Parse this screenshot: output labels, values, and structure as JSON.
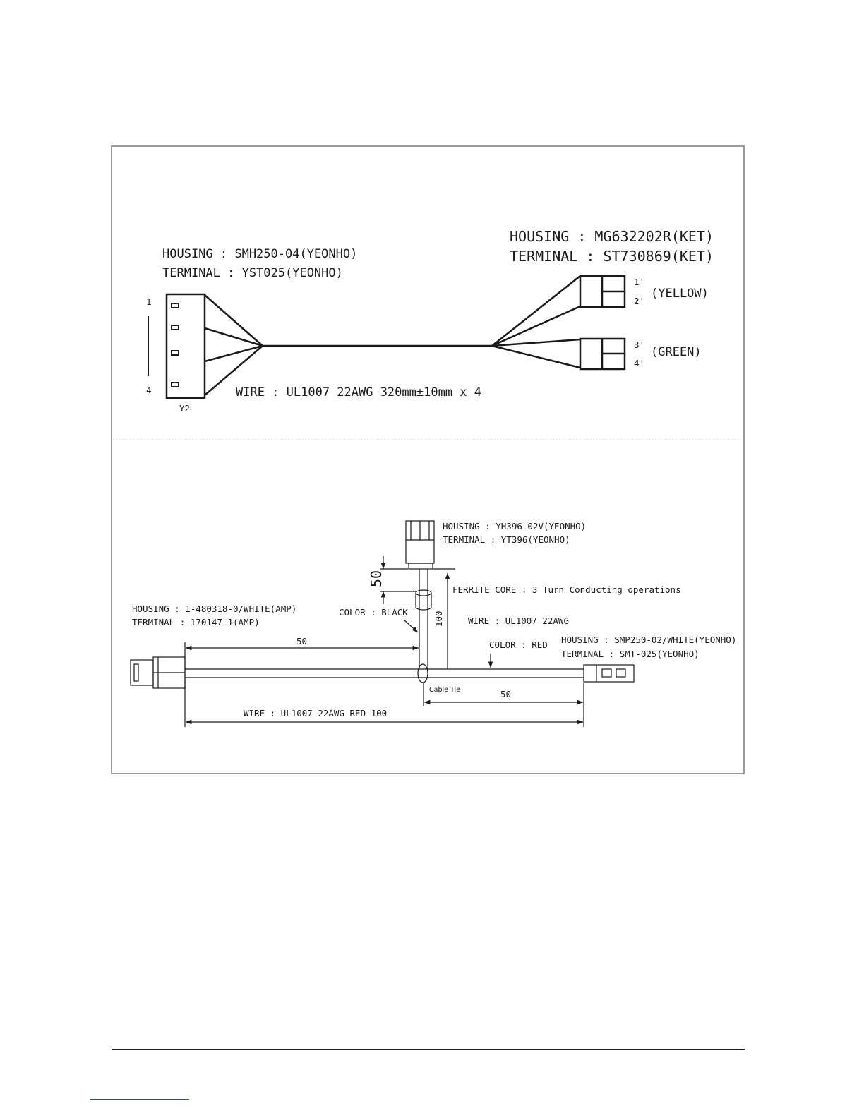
{
  "top_harness": {
    "left_connector": {
      "housing": "HOUSING : SMH250-04(YEONHO)",
      "terminal": "TERMINAL : YST025(YEONHO)",
      "pin_first": "1",
      "pin_last": "4",
      "designator": "Y2"
    },
    "right_connector": {
      "housing": "HOUSING : MG632202R(KET)",
      "terminal": "TERMINAL : ST730869(KET)",
      "pin_1": "1'",
      "pin_2": "2'",
      "pin_3": "3'",
      "pin_4": "4'",
      "color_upper": "(YELLOW)",
      "color_lower": "(GREEN)"
    },
    "wire": "WIRE : UL1007 22AWG 320mm±10mm x 4"
  },
  "bottom_harness": {
    "top_connector": {
      "housing": "HOUSING : YH396-02V(YEONHO)",
      "terminal": "TERMINAL : YT396(YEONHO)"
    },
    "dim_50_vertical": "50",
    "dim_100_vertical": "100",
    "ferrite": "FERRITE CORE : 3 Turn Conducting operations",
    "color_black": "COLOR : BLACK",
    "wire_vertical": "WIRE : UL1007 22AWG",
    "left_connector": {
      "housing": "HOUSING : 1-480318-0/WHITE(AMP)",
      "terminal": "TERMINAL : 170147-1(AMP)"
    },
    "dim_50_left": "50",
    "color_red": "COLOR : RED",
    "right_connector": {
      "housing": "HOUSING : SMP250-02/WHITE(YEONHO)",
      "terminal": "TERMINAL : SMT-025(YEONHO)"
    },
    "cable_tie": "Cable Tie",
    "dim_50_right": "50",
    "wire_total": "WIRE : UL1007 22AWG RED  100"
  }
}
